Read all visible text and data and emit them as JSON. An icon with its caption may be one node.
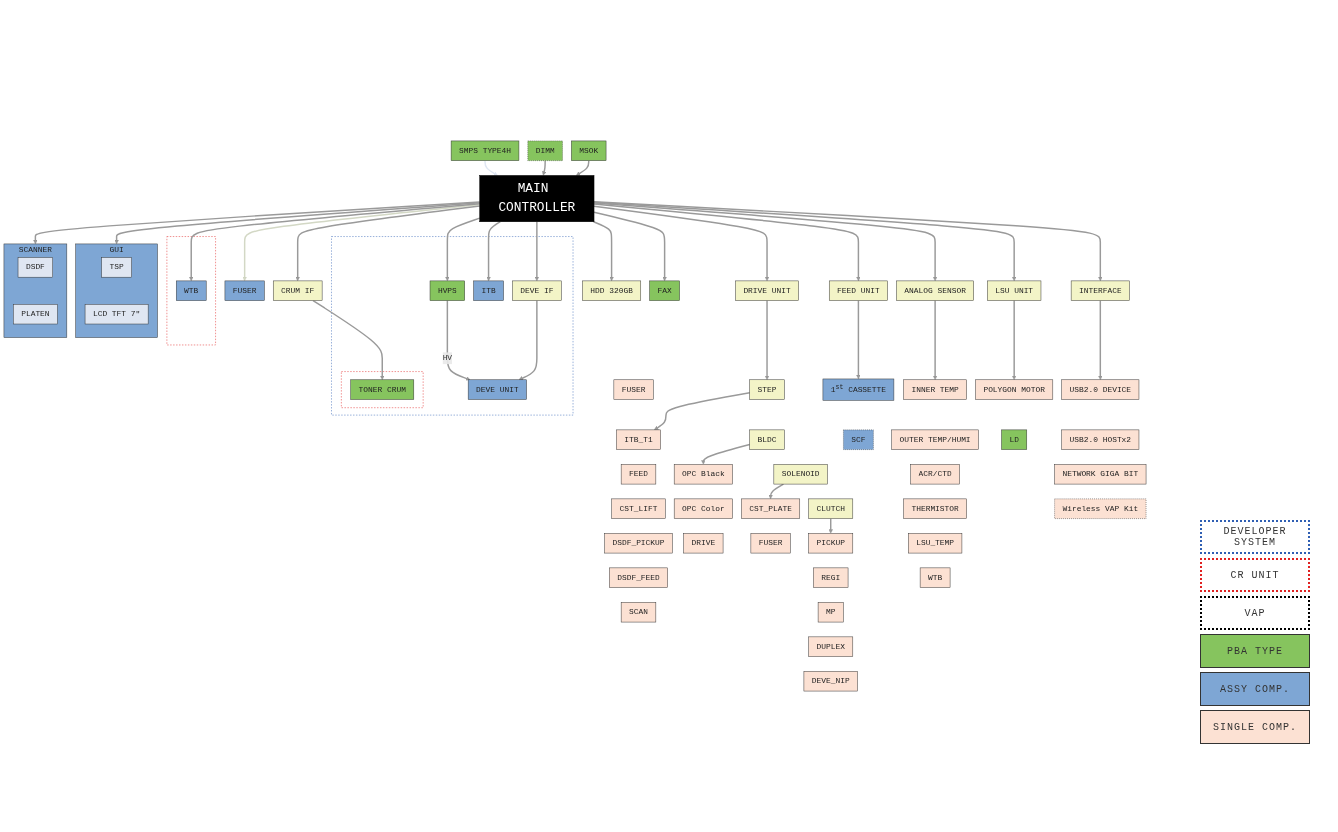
{
  "diagram": {
    "nodes": [
      {
        "text": [
          "FUSER"
        ]
      },
      {
        "text": [],
        "shape": "box"
      },
      {
        "text": [
          "HVPS"
        ],
        "in": 1
      },
      {
        "text": [],
        "shape": "box",
        "in": 1
      },
      {
        "text": [
          "TONER CRUM"
        ],
        "in": 3
      },
      {
        "text": [
          "DEVE UNIT"
        ],
        "in": 1
      },
      {
        "text": [
          "ITB"
        ],
        "in": 1
      },
      {
        "text": [
          "DEVE IF"
        ],
        "in": 1
      },
      {
        "text": [],
        "shape": "box"
      },
      {
        "text": [
          "WTB"
        ],
        "in": 8
      },
      {
        "text": [
          "CRUM IF"
        ]
      },
      {
        "text": [
          "GUI"
        ]
      },
      {
        "text": [
          "TSP"
        ],
        "in": 11
      },
      {
        "text": [
          "LCD TFT 7\""
        ],
        "in": 11
      },
      {
        "text": [
          "SCANNER"
        ]
      },
      {
        "text": [
          "DSDF"
        ],
        "in": 14
      },
      {
        "text": [
          "PLATEN"
        ],
        "in": 14
      },
      {
        "text": [
          "MAIN CONTROLLER"
        ]
      },
      {
        "text": [
          "MSOK"
        ]
      },
      {
        "text": [
          "SMPS TYPE4H"
        ]
      },
      {
        "text": [
          "DIMM"
        ]
      },
      {
        "text": [
          "DRIVE UNIT"
        ]
      },
      {
        "text": [
          "FEED UNIT"
        ]
      },
      {
        "text": [
          "ANALOG SENSOR"
        ]
      },
      {
        "text": [
          "LSU UNIT"
        ]
      },
      {
        "text": [
          "HDD 320GB"
        ]
      },
      {
        "text": [
          "INTERFACE"
        ]
      },
      {
        "text": [
          "FAX"
        ]
      },
      {
        "text": [
          "FUSER"
        ]
      },
      {
        "text": [
          "ITB_T1"
        ]
      },
      {
        "text": [
          "FEED"
        ]
      },
      {
        "text": [
          "CST_LIFT"
        ]
      },
      {
        "text": [
          "DSDF_PICKUP"
        ]
      },
      {
        "text": [
          "DSDF_FEED"
        ]
      },
      {
        "text": [
          "SCAN"
        ]
      },
      {
        "text": [
          "STEP"
        ]
      },
      {
        "text": [
          "BLDC"
        ]
      },
      {
        "text": [
          "SOLENOID"
        ]
      },
      {
        "text": [
          "CLUTCH"
        ]
      },
      {
        "text": [
          "OPC Black"
        ]
      },
      {
        "text": [
          "OPC Color"
        ]
      },
      {
        "text": [
          "DRIVE"
        ]
      },
      {
        "text": [
          "CST_PLATE"
        ]
      },
      {
        "text": [
          "FUSER"
        ]
      },
      {
        "text": [
          "PICKUP"
        ]
      },
      {
        "text": [
          "REGI"
        ]
      },
      {
        "text": [
          "MP"
        ]
      },
      {
        "text": [
          "DUPLEX"
        ]
      },
      {
        "text": [
          "DEVE_NIP"
        ]
      },
      {
        "text": [
          "1$^{st}$ CASSETTE"
        ]
      },
      {
        "text": [
          "SCF"
        ]
      },
      {
        "text": [
          "INNER TEMP"
        ]
      },
      {
        "text": [
          "OUTER TEMP/HUMI"
        ]
      },
      {
        "text": [
          "ACR/CTD"
        ]
      },
      {
        "text": [
          "THERMISTOR"
        ]
      },
      {
        "text": [
          "LSU_TEMP"
        ]
      },
      {
        "text": [
          "WTB"
        ]
      },
      {
        "text": [
          "POLYGON MOTOR"
        ]
      },
      {
        "text": [
          "LD"
        ]
      },
      {
        "text": [
          "USB2.0 DEVICE"
        ]
      },
      {
        "text": [
          "USB2.0 HOSTx2"
        ]
      },
      {
        "text": [
          "NETWORK GIGA BIT"
        ]
      },
      {
        "text": [
          "Wireless VAP Kit"
        ]
      }
    ],
    "edges": [
      {
        "from": 17,
        "to": 0,
        "arrow": "to",
        "color": "#d3d8c5"
      },
      {
        "from": 17,
        "to": 2,
        "arrow": "to"
      },
      {
        "from": 17,
        "to": 6,
        "arrow": "to"
      },
      {
        "from": 17,
        "to": 7,
        "arrow": "to"
      },
      {
        "from": 7,
        "to": 5,
        "arrow": "to"
      },
      {
        "from": 2,
        "to": 5,
        "arrow": "to",
        "label": "HV"
      },
      {
        "from": 17,
        "to": 9,
        "arrow": "to"
      },
      {
        "from": 17,
        "to": 10,
        "arrow": "to"
      },
      {
        "from": 10,
        "to": 4,
        "arrow": "to"
      },
      {
        "from": 17,
        "to": 11,
        "arrow": "to"
      },
      {
        "from": 17,
        "to": 14,
        "arrow": "to"
      },
      {
        "from": 18,
        "to": 17,
        "arrow": "to"
      },
      {
        "from": 20,
        "to": 17,
        "arrow": "to"
      },
      {
        "from": 19,
        "to": 17,
        "arrow": "to",
        "color": "#dfe6f2"
      },
      {
        "from": 17,
        "to": 21,
        "arrow": "to"
      },
      {
        "from": 17,
        "to": 22,
        "arrow": "to"
      },
      {
        "from": 17,
        "to": 23,
        "arrow": "to"
      },
      {
        "from": 17,
        "to": 24,
        "arrow": "to"
      },
      {
        "from": 17,
        "to": 25,
        "arrow": "to"
      },
      {
        "from": 17,
        "to": 26,
        "arrow": "to"
      },
      {
        "from": 17,
        "to": 27,
        "arrow": "to"
      },
      {
        "from": 21,
        "to": 35,
        "arrow": "to"
      },
      {
        "from": 35,
        "to": 29,
        "arrow": "to"
      },
      {
        "from": 36,
        "to": 39,
        "arrow": "to"
      },
      {
        "from": 37,
        "to": 42,
        "arrow": "to"
      },
      {
        "from": 38,
        "to": 44,
        "arrow": "to"
      },
      {
        "from": 22,
        "to": 49,
        "arrow": "to"
      },
      {
        "from": 23,
        "to": 51,
        "arrow": "to"
      },
      {
        "from": 24,
        "to": 57,
        "arrow": "to"
      },
      {
        "from": 26,
        "to": 59,
        "arrow": "to"
      }
    ],
    "legend": [
      {
        "text": "DEVELOPER SYSTEM"
      },
      {
        "text": "CR UNIT"
      },
      {
        "text": "VAP"
      },
      {
        "text": "PBA TYPE",
        "color": "#86c45e"
      },
      {
        "text": "ASSY COMP.",
        "color": "#7ea6d4"
      },
      {
        "text": "SINGLE COMP.",
        "color": "#fce1d3"
      }
    ]
  }
}
